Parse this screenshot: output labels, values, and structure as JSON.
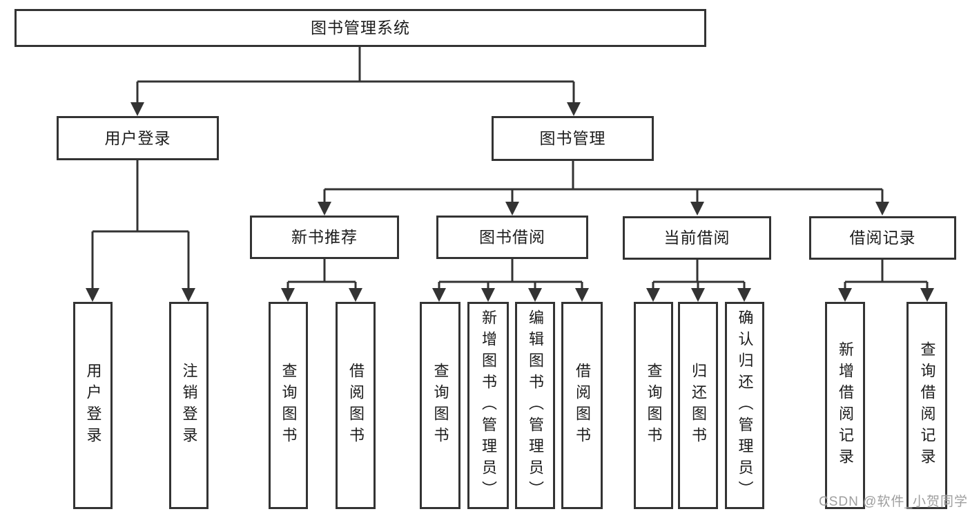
{
  "diagram": {
    "root": {
      "label": "图书管理系统"
    },
    "level2": [
      {
        "label": "用户登录"
      },
      {
        "label": "图书管理"
      }
    ],
    "level3": [
      {
        "label": "新书推荐"
      },
      {
        "label": "图书借阅"
      },
      {
        "label": "当前借阅"
      },
      {
        "label": "借阅记录"
      }
    ],
    "leaves": [
      {
        "label": "用户登录"
      },
      {
        "label": "注销登录"
      },
      {
        "label": "查询图书"
      },
      {
        "label": "借阅图书"
      },
      {
        "label": "查询图书"
      },
      {
        "label": "新增图书（管理员）"
      },
      {
        "label": "编辑图书（管理员）"
      },
      {
        "label": "借阅图书"
      },
      {
        "label": "查询图书"
      },
      {
        "label": "归还图书"
      },
      {
        "label": "确认归还（管理员）"
      },
      {
        "label": "新增借阅记录"
      },
      {
        "label": "查询借阅记录"
      }
    ],
    "watermark": "CSDN @软件_小贺同学",
    "colors": {
      "line": "#333333",
      "text": "#1c1c1c",
      "background": "#ffffff",
      "watermark": "#919191"
    }
  }
}
